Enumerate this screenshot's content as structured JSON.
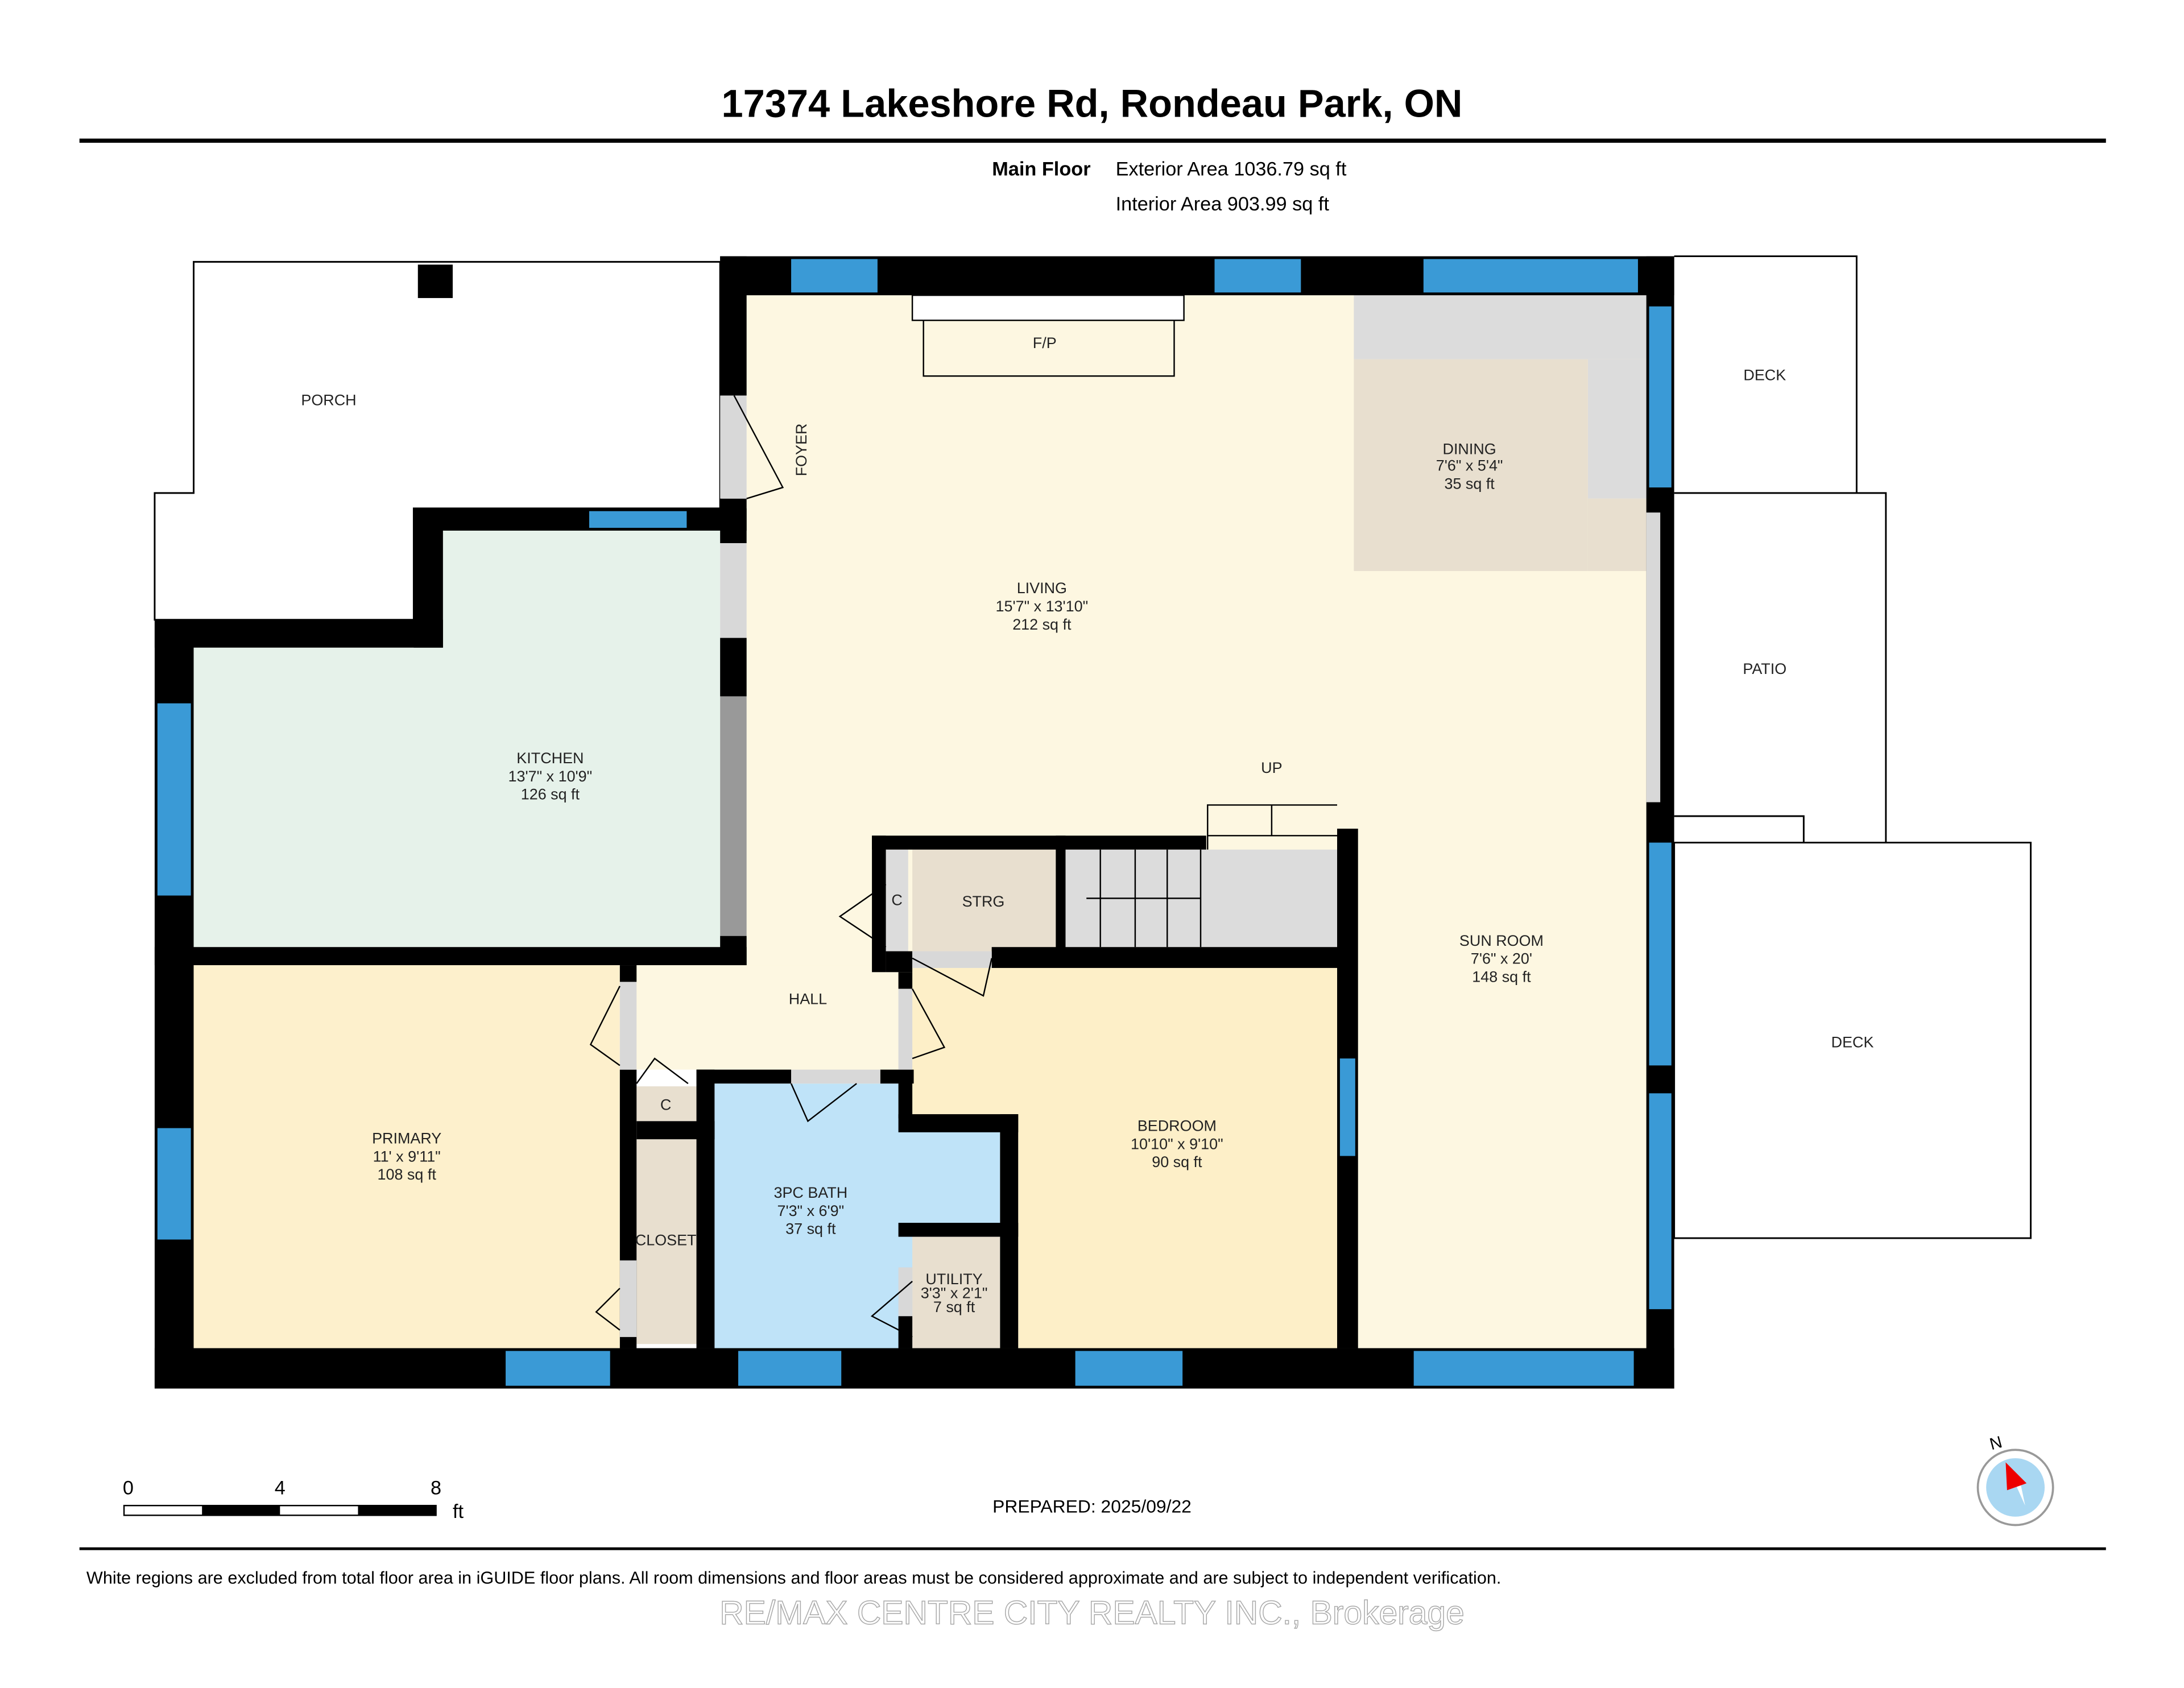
{
  "title": "17374 Lakeshore Rd, Rondeau Park, ON",
  "floor": {
    "name": "Main Floor",
    "exterior_area": "Exterior Area 1036.79 sq ft",
    "interior_area": "Interior Area 903.99 sq ft"
  },
  "rooms": {
    "porch": {
      "name": "PORCH"
    },
    "foyer": {
      "name": "FOYER"
    },
    "fireplace": {
      "name": "F/P"
    },
    "living": {
      "name": "LIVING",
      "dims": "15'7\" x 13'10\"",
      "area": "212 sq ft"
    },
    "dining": {
      "name": "DINING",
      "dims": "7'6\" x 5'4\"",
      "area": "35 sq ft"
    },
    "kitchen": {
      "name": "KITCHEN",
      "dims": "13'7\" x 10'9\"",
      "area": "126 sq ft"
    },
    "sunroom": {
      "name": "SUN ROOM",
      "dims": "7'6\" x 20'",
      "area": "148 sq ft"
    },
    "primary": {
      "name": "PRIMARY",
      "dims": "11' x 9'11\"",
      "area": "108 sq ft"
    },
    "bedroom": {
      "name": "BEDROOM",
      "dims": "10'10\" x 9'10\"",
      "area": "90 sq ft"
    },
    "bath": {
      "name": "3PC BATH",
      "dims": "7'3\" x 6'9\"",
      "area": "37 sq ft"
    },
    "utility": {
      "name": "UTILITY",
      "dims": "3'3\" x 2'1\"",
      "area": "7 sq ft"
    },
    "hall": {
      "name": "HALL"
    },
    "strg": {
      "name": "STRG"
    },
    "closet": {
      "name": "CLOSET"
    },
    "c1": {
      "name": "C"
    },
    "c2": {
      "name": "C"
    },
    "up": {
      "name": "UP"
    },
    "deck1": {
      "name": "DECK"
    },
    "patio": {
      "name": "PATIO"
    },
    "deck2": {
      "name": "DECK"
    }
  },
  "scale_bar": {
    "ticks": [
      "0",
      "4",
      "8"
    ],
    "unit": "ft"
  },
  "prepared": "PREPARED: 2025/09/22",
  "compass": {
    "label": "N",
    "icon": "compass-icon"
  },
  "disclaimer": "White regions are excluded from total floor area in iGUIDE floor plans. All room dimensions and floor areas must be considered approximate and are subject to independent verification.",
  "watermark": "RE/MAX CENTRE CITY REALTY INC., Brokerage",
  "colors": {
    "window": "#3a9ad6",
    "kitchen": "#e6f2ea",
    "living": "#fdf7e1",
    "bedroom": "#fdefc8",
    "bath": "#bfe3f8",
    "storage": "#e8dfcf"
  }
}
